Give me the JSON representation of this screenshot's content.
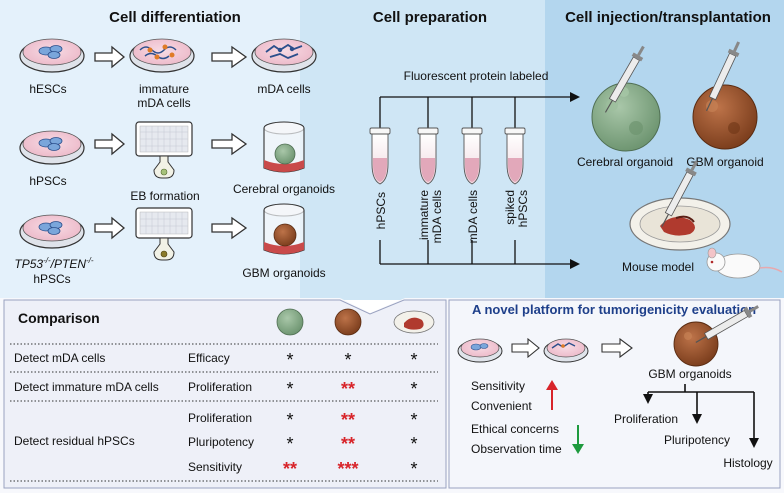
{
  "sections": {
    "differentiation": "Cell differentiation",
    "preparation": "Cell preparation",
    "injection": "Cell injection/transplantation"
  },
  "differentiation": {
    "row1": [
      "hESCs",
      "immature",
      "mDA cells",
      "mDA cells"
    ],
    "row2": [
      "hPSCs",
      "EB formation",
      "Cerebral organoids"
    ],
    "row3": {
      "tp53": "TP53",
      "tp53_sup": "-/-",
      "sep": "/",
      "pten": "PTEN",
      "pten_sup": "-/-",
      "hpscs": "hPSCs",
      "target": "GBM organoids"
    }
  },
  "preparation": {
    "label": "Fluorescent protein labeled",
    "tubes": [
      "hPSCs",
      "immature",
      "mDA cells",
      "mDA cells",
      "spiked",
      "hPSCs"
    ]
  },
  "injection": {
    "targets": [
      "Cerebral organoid",
      "GBM organoid",
      "Mouse model"
    ]
  },
  "comparison": {
    "title": "Comparison",
    "rows": [
      {
        "label": "Detect mDA cells",
        "metric": "Efficacy",
        "marks": [
          "*",
          "*",
          "*"
        ]
      },
      {
        "label": "Detect immature mDA cells",
        "metric": "Proliferation",
        "marks": [
          "*",
          "**",
          "*"
        ]
      },
      {
        "label": "Detect residual hPSCs",
        "metric": "Proliferation",
        "marks": [
          "*",
          "**",
          "*"
        ]
      },
      {
        "label": "",
        "metric": "Pluripotency",
        "marks": [
          "*",
          "**",
          "*"
        ]
      },
      {
        "label": "",
        "metric": "Sensitivity",
        "marks": [
          "**",
          "***",
          "*"
        ]
      }
    ]
  },
  "platform": {
    "title": "A novel platform for tumorigenicity evaluation",
    "up": [
      "Sensitivity",
      "Convenient"
    ],
    "down": [
      "Ethical concerns",
      "Observation time"
    ],
    "gbm": "GBM organoids",
    "outcomes": [
      "Proliferation",
      "Pluripotency",
      "Histology"
    ]
  },
  "colors": {
    "panel_top": "#e4f1fb",
    "panel_mid": "#c6e2f3",
    "panel_right": "#a9cfe9",
    "bottom_panel": "#eef0f8",
    "red": "#d8242a",
    "green": "#1e9a3e",
    "organoid_green": "#8aae8c",
    "organoid_brown": "#a25a33",
    "dish_pink": "#f2c6d3",
    "cell_blue": "#4d7fc1",
    "platform_title": "#1e3f8a"
  }
}
